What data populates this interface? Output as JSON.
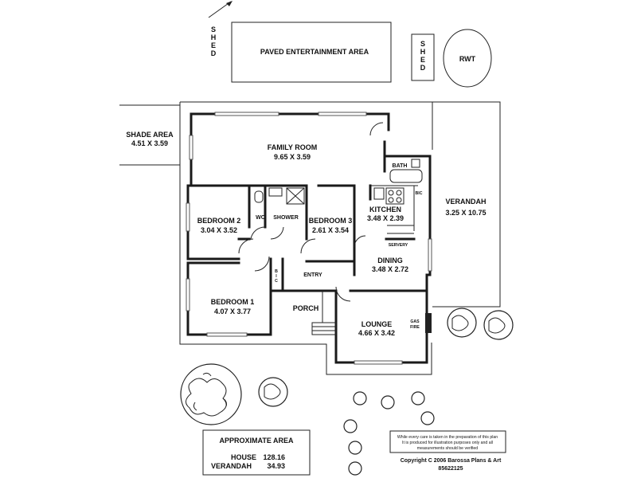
{
  "north_label": "N",
  "outdoor": {
    "shed_left": "SHED",
    "entertainment": "PAVED ENTERTAINMENT AREA",
    "shed_right": "SHED",
    "rwt": "RWT",
    "shade_area": "SHADE AREA",
    "shade_area_dims": "4.51 X 3.59",
    "verandah": "VERANDAH",
    "verandah_dims": "3.25 X 10.75"
  },
  "rooms": {
    "family": {
      "name": "FAMILY ROOM",
      "dims": "9.65 X 3.59"
    },
    "bath": {
      "name": "BATH"
    },
    "bic_kitchen": {
      "name": "BIC"
    },
    "bed2": {
      "name": "BEDROOM 2",
      "dims": "3.04 X 3.52"
    },
    "wc": {
      "name": "WC"
    },
    "shower": {
      "name": "SHOWER"
    },
    "bed3": {
      "name": "BEDROOM 3",
      "dims": "2.61 X 3.54"
    },
    "kitchen": {
      "name": "KITCHEN",
      "dims": "3.48 X 2.39"
    },
    "servery": {
      "name": "SERVERY"
    },
    "dining": {
      "name": "DINING",
      "dims": "3.48 X 2.72"
    },
    "bic_hall": {
      "name": "BIC"
    },
    "entry": {
      "name": "ENTRY"
    },
    "bed1": {
      "name": "BEDROOM 1",
      "dims": "4.07 X 3.77"
    },
    "porch": {
      "name": "PORCH"
    },
    "lounge": {
      "name": "LOUNGE",
      "dims": "4.66 X 3.42"
    },
    "gas_fire": {
      "line1": "GAS",
      "line2": "FIRE"
    }
  },
  "area_box": {
    "title": "APPROXIMATE AREA",
    "house_label": "HOUSE",
    "house_value": "128.16",
    "verandah_label": "VERANDAH",
    "verandah_value": "34.93"
  },
  "disclaimer": {
    "line1": "While every care is taken in the preparation of  this plan",
    "line2": "It is produced for illustration purposes only and all",
    "line3": "measurements should be verified"
  },
  "copyright": {
    "line1": "Copyright  C 2006  Barossa Plans & Art",
    "line2": "85622125"
  }
}
